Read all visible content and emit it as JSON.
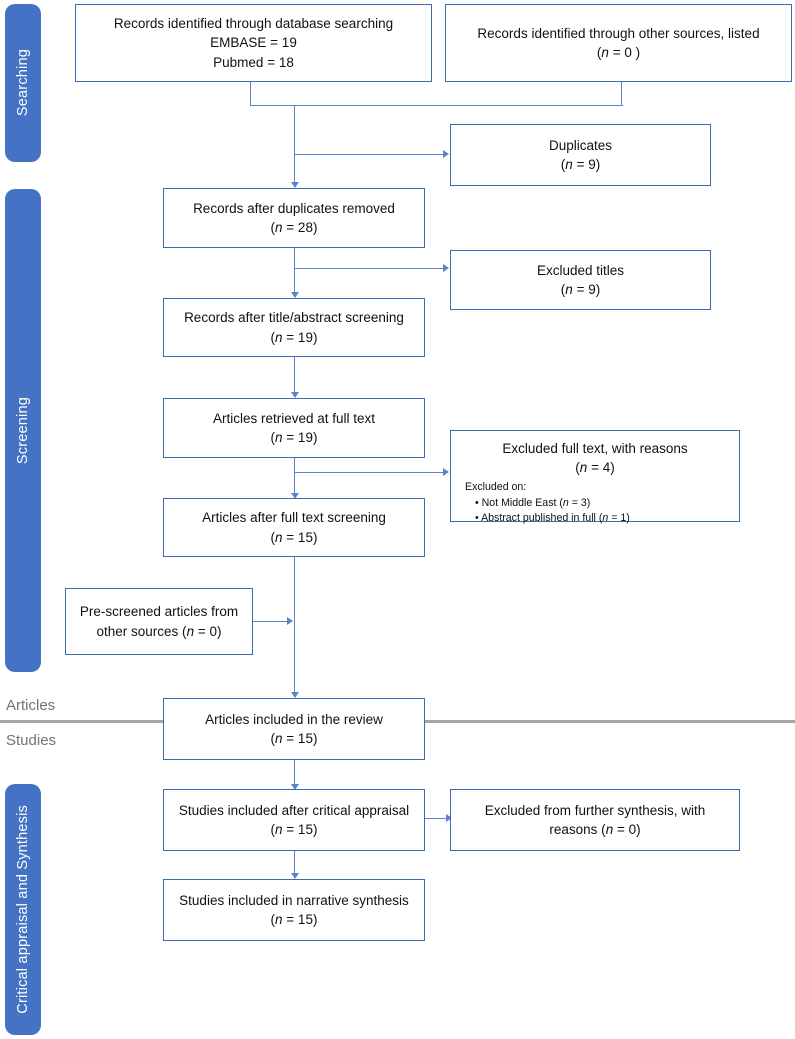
{
  "diagram": {
    "title": "PRISMA study selection flow diagram",
    "accent_blue": "#4472C4",
    "box_border": "#3C6BB0",
    "connector": "#5A84C8",
    "divider_color": "#A6A6A6"
  },
  "stages": [
    {
      "label": "Searching"
    },
    {
      "label": "Screening"
    },
    {
      "label": "Critical appraisal and Synthesis"
    }
  ],
  "divider": {
    "upper_label": "Articles",
    "lower_label": "Studies"
  },
  "boxes": {
    "database_search": {
      "line1": "Records identified through database searching",
      "line2": "EMBASE = 19",
      "line3": "Pubmed = 18"
    },
    "other_sources": {
      "line1": "Records identified through other sources, listed",
      "n": "(n = 0 )"
    },
    "duplicates": {
      "line1": "Duplicates",
      "n": "(n = 9)"
    },
    "after_duplicates": {
      "line1": "Records after duplicates removed",
      "n": "(n = 28)"
    },
    "excluded_titles": {
      "line1": "Excluded titles",
      "n": "(n = 9)"
    },
    "after_title_abstract": {
      "line1": "Records after title/abstract screening",
      "n": "(n = 19)"
    },
    "full_text_retrieved": {
      "line1": "Articles retrieved at full text",
      "n": "(n = 19)"
    },
    "excluded_full_text": {
      "line1": "Excluded full text, with reasons",
      "n": "(n = 4)",
      "reasons_header": "Excluded on:",
      "reason1": "• Not Middle East (n = 3)",
      "reason2": "• Abstract published in full (n = 1)"
    },
    "after_full_text": {
      "line1": "Articles after full text screening",
      "n": "(n = 15)"
    },
    "pre_screened": {
      "line1": "Pre-screened articles from",
      "line2": "other sources (n = 0)"
    },
    "included_review": {
      "line1": "Articles included in the review",
      "n": "(n = 15)"
    },
    "critical_appraisal": {
      "line1": "Studies included after critical appraisal",
      "n": "(n = 15)"
    },
    "excluded_synthesis": {
      "line1": "Excluded from further synthesis, with",
      "line2": "reasons (n = 0)"
    },
    "narrative_synthesis": {
      "line1": "Studies included in narrative synthesis",
      "n": "(n = 15)"
    }
  }
}
